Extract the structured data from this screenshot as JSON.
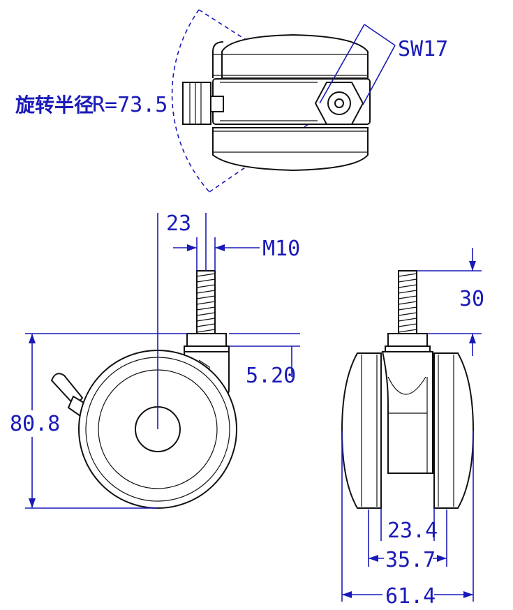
{
  "labels": {
    "radius_cn": "旋转半径",
    "radius_value": "R=73.5",
    "sw": "SW17",
    "stem_offset": "23",
    "thread": "M10",
    "stem_length": "30",
    "bracket_height": "5.20",
    "overall_height": "80.8",
    "inner_width": "23.4",
    "wheel_span": "35.7",
    "overall_width": "61.4"
  },
  "colors": {
    "dimension": "#1a1ab8",
    "outline": "#111111"
  }
}
